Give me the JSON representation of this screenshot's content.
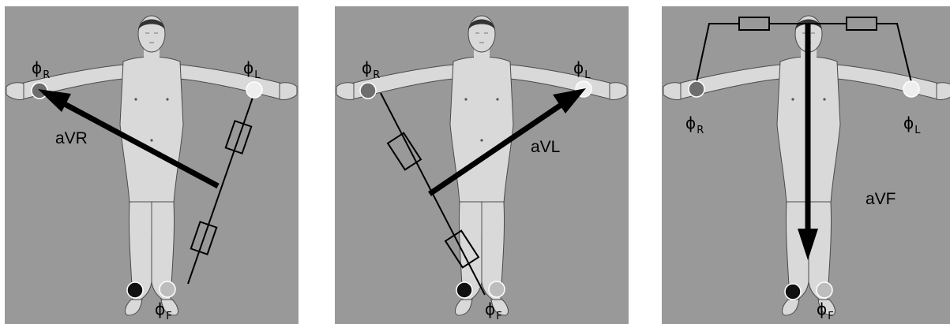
{
  "panels": [
    {
      "id": "aVR",
      "lead_label": "aVR",
      "phi_symbol": "ϕ",
      "electrodes": {
        "right_arm": "R",
        "left_arm": "L",
        "foot": "F"
      }
    },
    {
      "id": "aVL",
      "lead_label": "aVL",
      "phi_symbol": "ϕ",
      "electrodes": {
        "right_arm": "R",
        "left_arm": "L",
        "foot": "F"
      }
    },
    {
      "id": "aVF",
      "lead_label": "aVF",
      "phi_symbol": "ϕ",
      "electrodes": {
        "right_arm": "R",
        "left_arm": "L",
        "foot": "F"
      }
    }
  ],
  "colors": {
    "background": "#999999",
    "body": "#d9d9d9",
    "electrode_right_arm": "#6e6e6e",
    "electrode_left_arm": "#eeeeee",
    "electrode_right_foot": "#111111",
    "electrode_left_foot": "#bdbdbd"
  }
}
